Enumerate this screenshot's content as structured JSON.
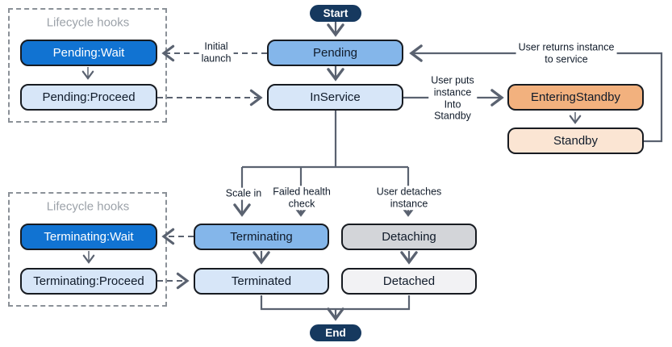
{
  "colors": {
    "navy": "#16395F",
    "bright_blue": "#1173D2",
    "mid_blue": "#84B6EA",
    "light_blue": "#D7E6F8",
    "orange": "#F2B17E",
    "peach": "#FBE5D3",
    "gray": "#D3D5D9",
    "light_gray": "#F2F2F4",
    "line": "#5A6270",
    "hook_border": "#8B9198",
    "hook_title": "#9CA2A9",
    "box_border": "#171B21",
    "text_dark": "#101B2A"
  },
  "terminals": {
    "start": "Start",
    "end": "End"
  },
  "states": {
    "pending": "Pending",
    "in_service": "InService",
    "entering_standby": "EnteringStandby",
    "standby": "Standby",
    "terminating": "Terminating",
    "detaching": "Detaching",
    "terminated": "Terminated",
    "detached": "Detached"
  },
  "hook_groups": [
    {
      "title": "Lifecycle hooks",
      "wait": "Pending:Wait",
      "proceed": "Pending:Proceed"
    },
    {
      "title": "Lifecycle hooks",
      "wait": "Terminating:Wait",
      "proceed": "Terminating:Proceed"
    }
  ],
  "edge_labels": {
    "initial_launch": "Initial\nlaunch",
    "user_puts": "User puts\ninstance\nInto\nStandby",
    "user_returns": "User returns instance\nto service",
    "scale_in": "Scale in",
    "failed_health": "Failed health\ncheck",
    "user_detaches": "User detaches\ninstance"
  }
}
